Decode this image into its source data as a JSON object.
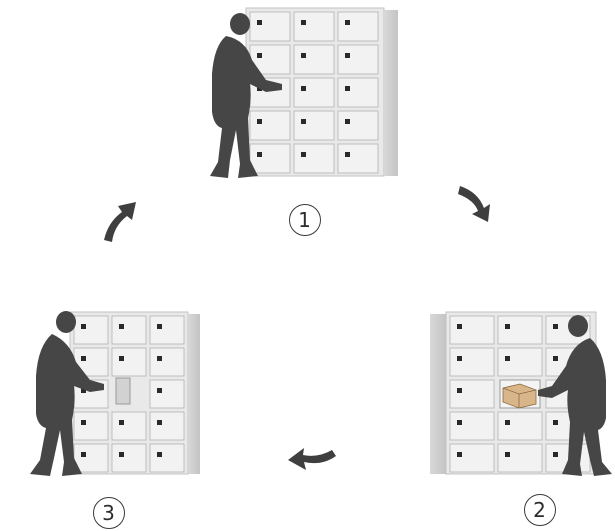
{
  "steps": [
    {
      "number": "1",
      "description": "person-using-locker"
    },
    {
      "number": "2",
      "description": "person-opening-locker-with-parcel"
    },
    {
      "number": "3",
      "description": "person-closing-locker"
    }
  ],
  "colors": {
    "silhouette": "#454545",
    "locker_body": "#e8e8e8",
    "locker_door": "#f2f2f2",
    "locker_edge": "#bdbdbd",
    "lock": "#2a2a2a",
    "arrow": "#3f3f3f",
    "parcel": "#d7b58a"
  }
}
